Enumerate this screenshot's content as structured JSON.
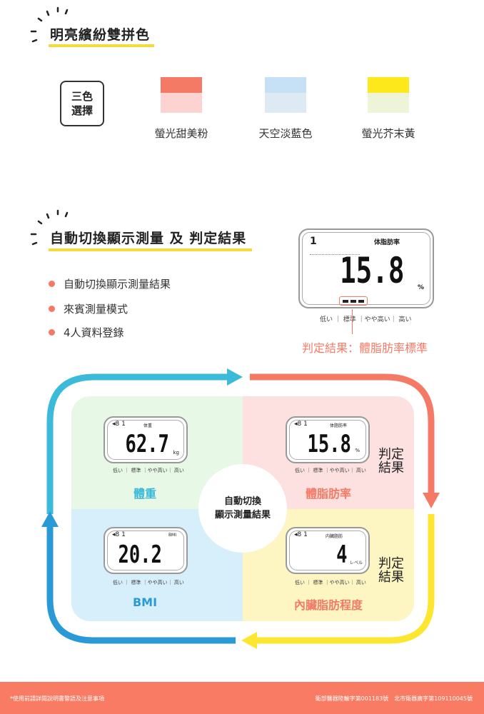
{
  "section1": {
    "title": "明亮繽紛雙拼色",
    "chip": "三色選擇",
    "chip_lines": [
      "三色",
      "選擇"
    ],
    "swatches": [
      {
        "label": "螢光甜美粉",
        "top": "#f47a66",
        "bottom": "#fcd3d0"
      },
      {
        "label": "天空淡藍色",
        "top": "#c6e1f5",
        "bottom": "#dde9f3"
      },
      {
        "label": "螢光芥末黃",
        "top": "#fde91b",
        "bottom": "#eef4d7"
      }
    ]
  },
  "section2": {
    "title": "自動切換顯示測量 及 判定結果",
    "bullets": [
      "自動切換顯示測量結果",
      "來賓測量模式",
      "4人資料登錄"
    ],
    "display": {
      "user": "1",
      "metric": "体脂肪率",
      "value": "15.8",
      "unit": "%"
    },
    "scale": "低い ｜ 標準 ｜やや高い｜ 高い",
    "result": "判定結果：體脂肪率標準"
  },
  "cycle": {
    "center": [
      "自動切換",
      "顯示測量結果"
    ],
    "judge": [
      "判定",
      "結果"
    ],
    "quadrants": [
      {
        "label": "體重",
        "metric": "体重",
        "value": "62.7",
        "unit": "kg",
        "color": "#3bb8d8"
      },
      {
        "label": "體脂肪率",
        "metric": "体脂肪率",
        "value": "15.8",
        "unit": "%",
        "color": "#f47a66"
      },
      {
        "label": "BMI",
        "metric": "BMI",
        "value": "20.2",
        "unit": "",
        "color": "#2a9ad6"
      },
      {
        "label": "內臟脂肪程度",
        "metric": "内臓脂肪",
        "value": "4",
        "unit": "レベル",
        "color": "#f47a66"
      }
    ]
  },
  "footer": {
    "left": "*使用前請詳閱說明書警語及注意事項",
    "right": "衛部醫器陸輸字第001183號　北市衛器廣字第109110045號"
  }
}
